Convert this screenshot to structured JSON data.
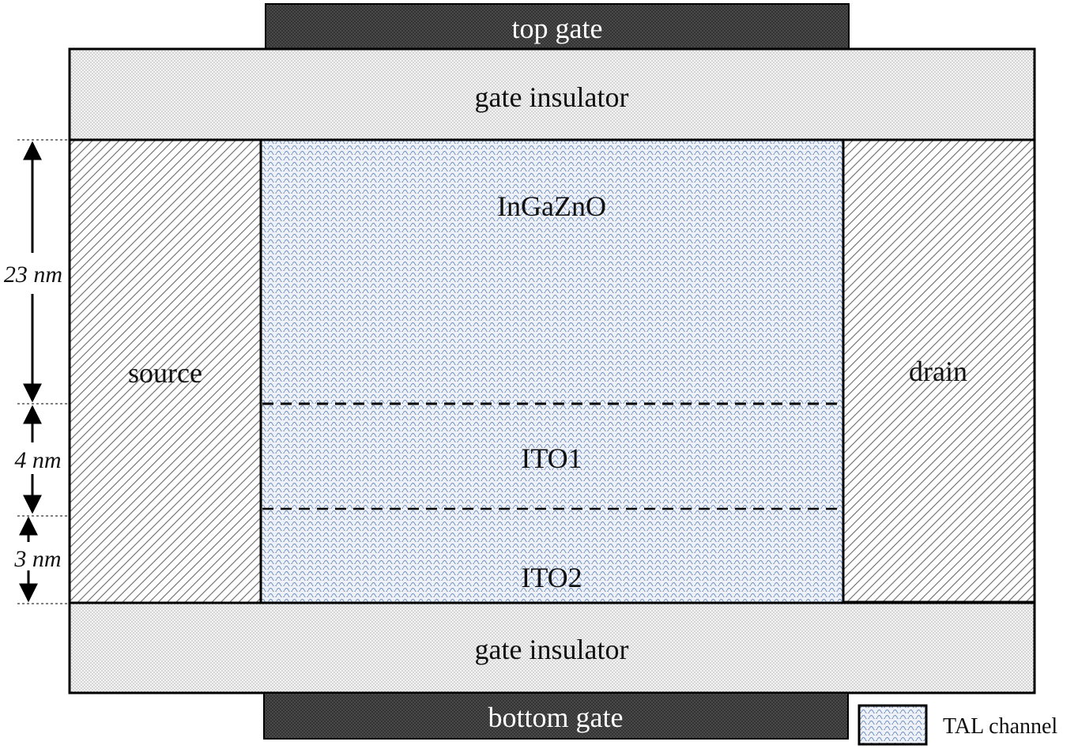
{
  "layers": {
    "top_gate": "top gate",
    "gate_insulator_top": "gate insulator",
    "source": "source",
    "drain": "drain",
    "ingazno": "InGaZnO",
    "ito1": "ITO1",
    "ito2": "ITO2",
    "gate_insulator_bottom": "gate insulator",
    "bottom_gate": "bottom gate"
  },
  "dimensions": {
    "ingazno_thickness": "23 nm",
    "ito1_thickness": "4 nm",
    "ito2_thickness": "3 nm"
  },
  "legend": {
    "channel_label": "TAL channel"
  },
  "colors": {
    "gate_fill": "#3a3a3a",
    "insulator_fill": "#f2f2f2",
    "contact_fill": "#ffffff",
    "channel_fill": "#e9eef6",
    "channel_pattern": "#5b7fb6",
    "outline": "#000000"
  }
}
